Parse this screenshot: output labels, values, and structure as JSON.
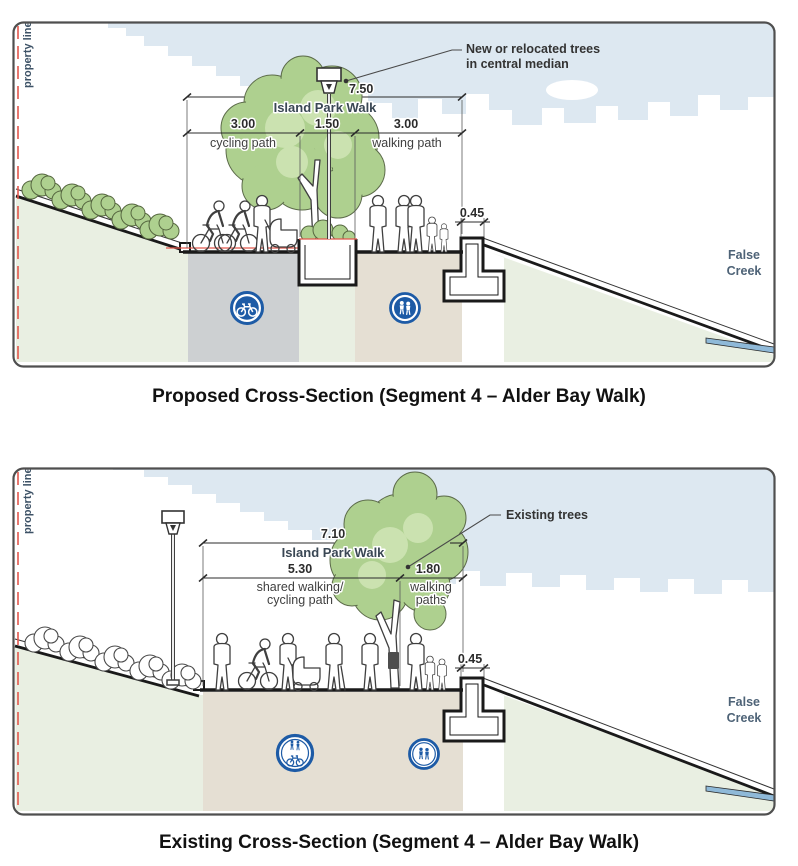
{
  "proposed": {
    "caption": "Proposed Cross-Section (Segment 4 – Alder Bay Walk)",
    "property_line": "property line",
    "walk_name": "Island Park Walk",
    "total_width": "7.50",
    "cycling_width": "3.00",
    "median_width": "1.50",
    "walking_width": "3.00",
    "cycling_label": "cycling path",
    "walking_label": "walking path",
    "seawall_width": "0.45",
    "tree_note_1": "New or relocated trees",
    "tree_note_2": "in central median",
    "water_1": "False",
    "water_2": "Creek"
  },
  "existing": {
    "caption": "Existing Cross-Section (Segment 4 – Alder Bay Walk)",
    "property_line": "property line",
    "walk_name": "Island Park Walk",
    "total_width": "7.10",
    "shared_width": "5.30",
    "walking_width": "1.80",
    "shared_label_1": "shared walking/",
    "shared_label_2": "cycling path",
    "walking_label_1": "walking",
    "walking_label_2": "paths",
    "seawall_width": "0.45",
    "tree_note": "Existing trees",
    "water_1": "False",
    "water_2": "Creek"
  },
  "icons": {
    "proposed_cycling": "bicycle-sign-icon",
    "proposed_walking": "pedestrian-sign-icon",
    "existing_shared": "shared-path-sign-icon",
    "existing_walking": "pedestrian-sign-icon"
  },
  "colors": {
    "sky": "#dde8f1",
    "shore_green": "#e9efe2",
    "foliage": "#aed08f",
    "foliage_light": "#cbe2b0",
    "cycling_ground": "#cdd0d2",
    "walking_ground": "#e5dfd3",
    "sign_blue": "#1d5ba6",
    "property_line_red": "#e2574c",
    "water": "#8fb9d8",
    "water_label_color": "#4e6377"
  }
}
